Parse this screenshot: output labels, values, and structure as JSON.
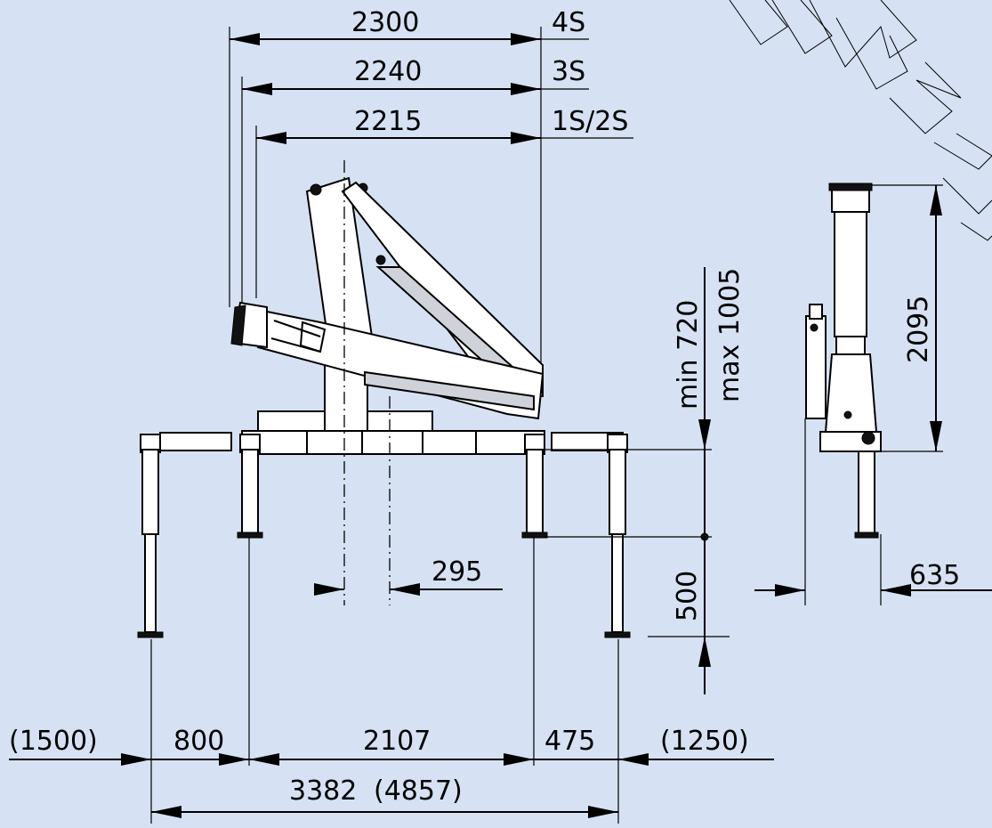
{
  "boom_reach": {
    "r4s": {
      "value": "2300",
      "variant": "4S"
    },
    "r3s": {
      "value": "2240",
      "variant": "3S"
    },
    "r12s": {
      "value": "2215",
      "variant": "1S/2S"
    }
  },
  "base_height": {
    "min": "min 720",
    "max": "max 1005"
  },
  "column_offset": "295",
  "leg_extension": "500",
  "side_view": {
    "height": "2095",
    "width": "635"
  },
  "bottom_dims": {
    "left_ext": "(1500)",
    "left_leg": "800",
    "middle": "2107",
    "right_leg": "475",
    "right_ext": "(1250)",
    "total": "3382",
    "total_ext": "(4857)"
  },
  "watermark": "PRELIMINARY",
  "colors": {
    "background": "#d6e2f3"
  }
}
